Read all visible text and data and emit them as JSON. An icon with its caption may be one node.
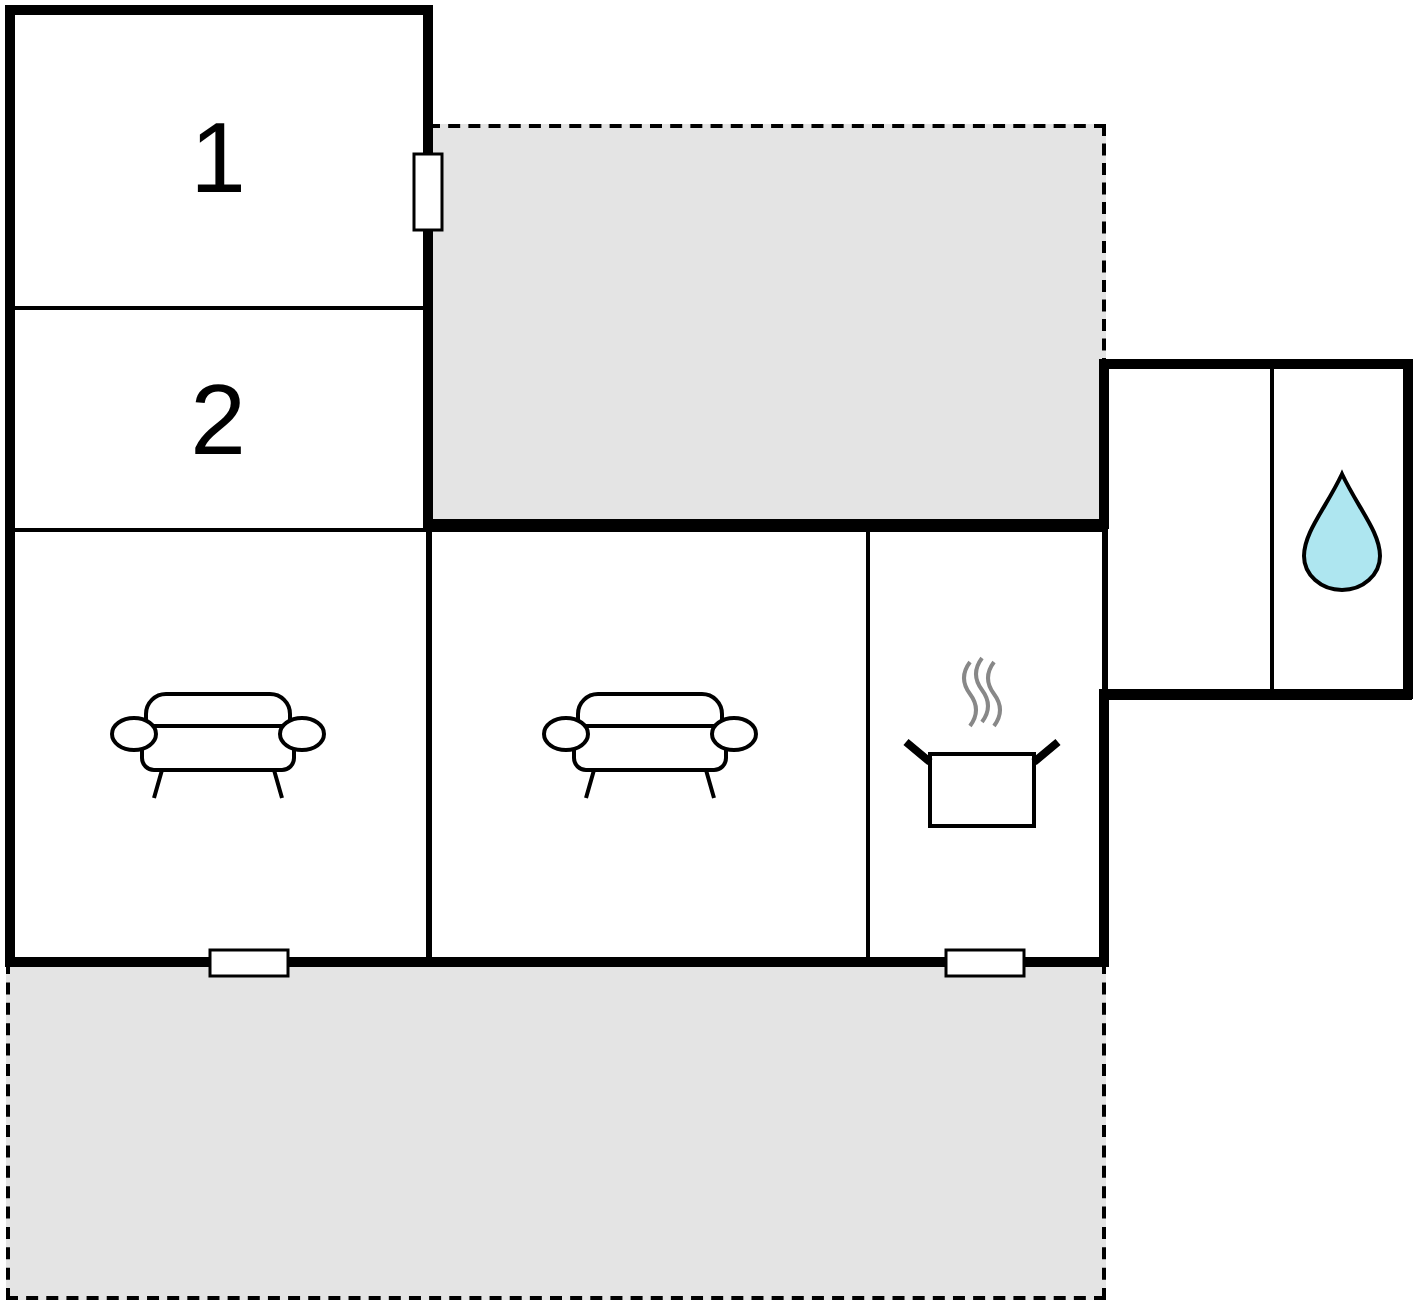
{
  "diagram": {
    "nodes": [
      {
        "text": [
          "1"
        ]
      },
      {
        "text": [],
        "shape": "box"
      },
      {
        "text": [
          "2"
        ]
      },
      {
        "text": [],
        "shape": "box"
      },
      {
        "text": [],
        "shape": "box"
      },
      {
        "text": [],
        "shape": "box"
      },
      {
        "text": [],
        "shape": "box"
      },
      {
        "text": [],
        "shape": "box"
      },
      {
        "text": [],
        "shape": "box"
      }
    ]
  }
}
